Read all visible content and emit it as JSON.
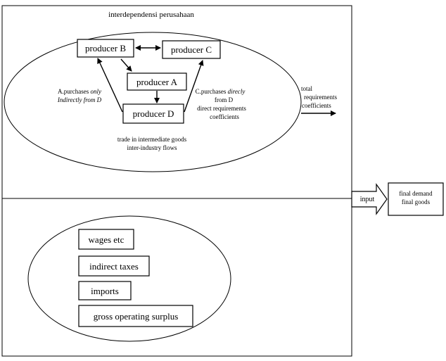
{
  "title": "interdependensi perusahaan",
  "producers": {
    "b": "producer B",
    "c": "producer C",
    "a": "producer A",
    "d": "producer D"
  },
  "notes": {
    "a_line1_prefix": "A.purchases ",
    "a_line1_emph": "only",
    "a_line2": "Indirectly from D",
    "c_line1_prefix": "C.purchases ",
    "c_line1_emph": "direcly",
    "c_line2": "from D",
    "c_line3": "direct requirements",
    "c_line4": "coefficients",
    "trade_line1": "trade in intermediate goods",
    "trade_line2": "inter-industry flows",
    "total_line1": "total",
    "total_line2": "requirements",
    "total_line3": "coefficients"
  },
  "input_label": "input",
  "final_box": {
    "line1": "final demand",
    "line2": "final goods"
  },
  "value_added": [
    "wages etc",
    "indirect taxes",
    "imports",
    "gross operating surplus"
  ]
}
